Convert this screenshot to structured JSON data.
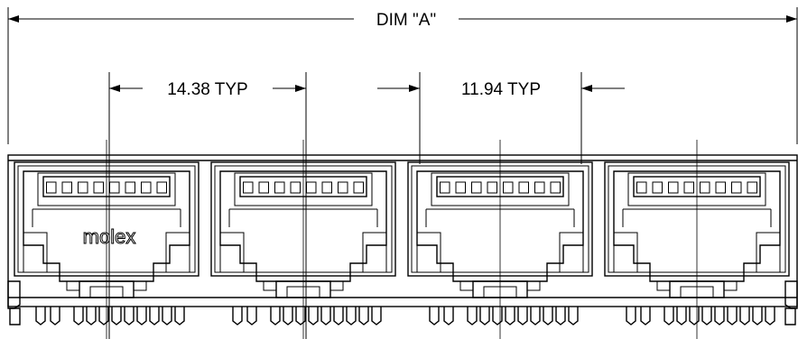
{
  "dimensions": {
    "overall_label": "DIM \"A\"",
    "pitch_label": "14.38 TYP",
    "jack_width_label": "11.94 TYP"
  },
  "branding": {
    "logo_text": "molex"
  },
  "connector": {
    "port_count": 4
  }
}
